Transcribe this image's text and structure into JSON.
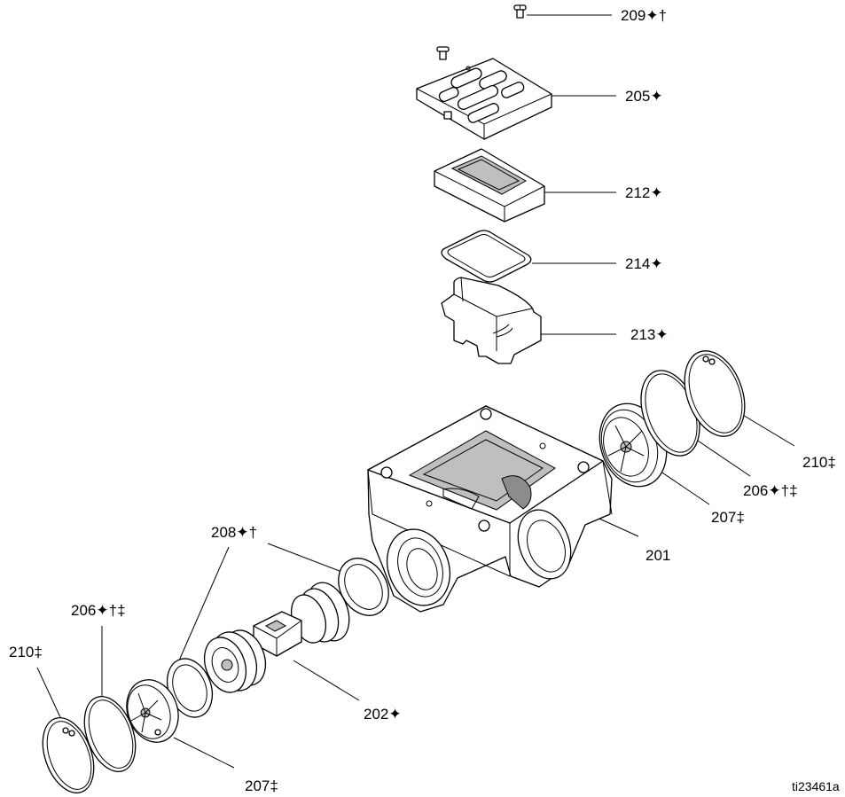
{
  "callouts": {
    "screw": "209✦†",
    "cover": "205✦",
    "frame": "212✦",
    "gasket": "214✦",
    "valve_block": "213✦",
    "housing": "201",
    "ring_right": "210‡",
    "seal_right": "206✦†‡",
    "cap_right": "207‡",
    "seal_left_outer": "208✦†",
    "seal_left": "206✦†‡",
    "ring_left": "210‡",
    "piston": "202✦",
    "cap_left": "207‡"
  },
  "figure_id": "ti23461a"
}
